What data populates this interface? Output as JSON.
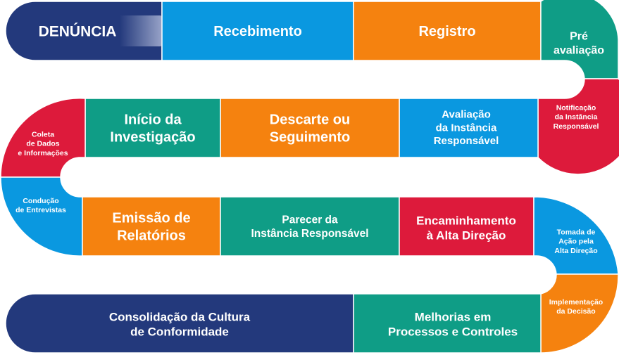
{
  "colors": {
    "navy": "#23397c",
    "blue": "#0a98e0",
    "orange": "#f5820f",
    "teal": "#0f9d86",
    "red": "#dd1a3b",
    "white": "#ffffff"
  },
  "steps": [
    {
      "id": "denuncia",
      "label": [
        "DENÚNCIA"
      ],
      "color": "navy"
    },
    {
      "id": "recebimento",
      "label": [
        "Recebimento"
      ],
      "color": "blue"
    },
    {
      "id": "registro",
      "label": [
        "Registro"
      ],
      "color": "orange"
    },
    {
      "id": "pre-avaliacao",
      "label": [
        "Pré",
        "avaliação"
      ],
      "color": "teal"
    },
    {
      "id": "notificacao",
      "label": [
        "Notificação",
        "da Instância",
        "Responsável"
      ],
      "color": "red"
    },
    {
      "id": "avaliacao",
      "label": [
        "Avaliação",
        "da Instância",
        "Responsável"
      ],
      "color": "blue"
    },
    {
      "id": "descarte",
      "label": [
        "Descarte ou",
        "Seguimento"
      ],
      "color": "orange"
    },
    {
      "id": "inicio",
      "label": [
        "Início da",
        "Investigação"
      ],
      "color": "teal"
    },
    {
      "id": "coleta",
      "label": [
        "Coleta",
        "de Dados",
        "e Informações"
      ],
      "color": "red"
    },
    {
      "id": "conducao",
      "label": [
        "Condução",
        "de Entrevistas"
      ],
      "color": "blue"
    },
    {
      "id": "emissao",
      "label": [
        "Emissão de",
        "Relatórios"
      ],
      "color": "orange"
    },
    {
      "id": "parecer",
      "label": [
        "Parecer da",
        "Instância Responsável"
      ],
      "color": "teal"
    },
    {
      "id": "encaminhamento",
      "label": [
        "Encaminhamento",
        "à Alta Direção"
      ],
      "color": "red"
    },
    {
      "id": "tomada",
      "label": [
        "Tomada de",
        "Ação pela",
        "Alta Direção"
      ],
      "color": "blue"
    },
    {
      "id": "implementacao",
      "label": [
        "Implementação",
        "da Decisão"
      ],
      "color": "orange"
    },
    {
      "id": "melhorias",
      "label": [
        "Melhorias em",
        "Processos e Controles"
      ],
      "color": "teal"
    },
    {
      "id": "consolidacao",
      "label": [
        "Consolidação da Cultura",
        "de Conformidade"
      ],
      "color": "navy"
    }
  ]
}
